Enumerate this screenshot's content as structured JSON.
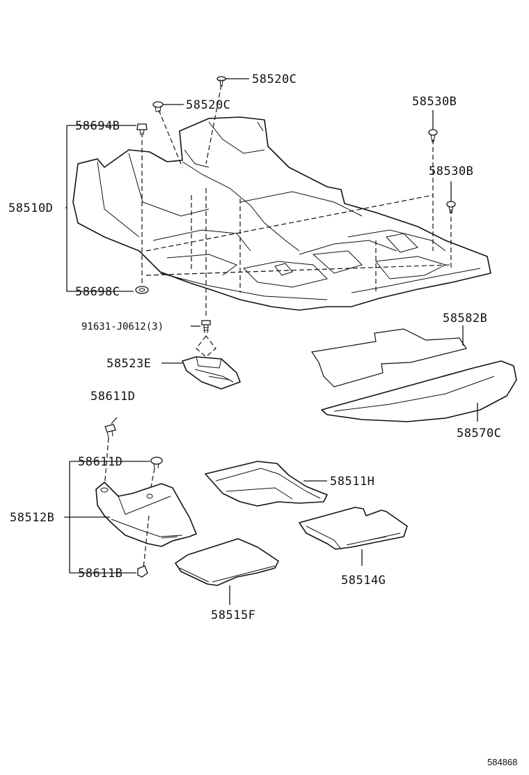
{
  "labels": {
    "p58520c_a": "58520C",
    "p58520c_b": "58520C",
    "p58694b": "58694B",
    "p58510d": "58510D",
    "p58698c": "58698C",
    "p58530b_a": "58530B",
    "p58530b_b": "58530B",
    "p91631": "91631-J0612(3)",
    "p58523e": "58523E",
    "p58582b": "58582B",
    "p58570c": "58570C",
    "p58611d_a": "58611D",
    "p58611d_b": "58611D",
    "p58511h": "58511H",
    "p58512b": "58512B",
    "p58611b": "58611B",
    "p58514g": "58514G",
    "p58515f": "58515F"
  },
  "reference": "584868"
}
